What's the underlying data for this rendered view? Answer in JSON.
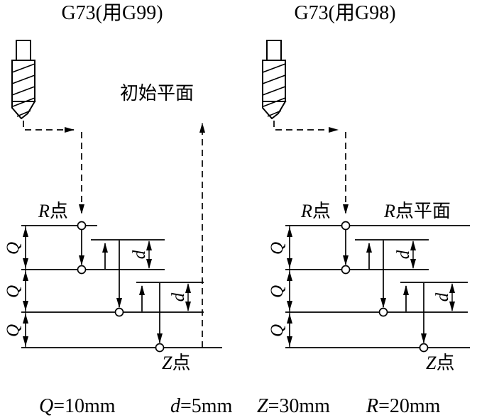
{
  "titles": {
    "left": "G73(用G99)",
    "right": "G73(用G98)"
  },
  "labels": {
    "initial_plane": "初始平面",
    "r_point": {
      "letter": "R",
      "suffix": "点"
    },
    "r_plane": {
      "letter": "R",
      "suffix": "点平面"
    },
    "z_point": {
      "letter": "Z",
      "suffix": "点"
    },
    "q": "Q",
    "d": "d"
  },
  "formulas": [
    {
      "var": "Q",
      "rest": "=10mm"
    },
    {
      "var": "d",
      "rest": "=5mm"
    },
    {
      "var": "Z",
      "rest": "=30mm"
    },
    {
      "var": "R",
      "rest": "=20mm"
    }
  ],
  "parameters": {
    "Q_mm": 10,
    "d_mm": 5,
    "Z_mm": 30,
    "R_mm": 20
  },
  "colors": {
    "line": "#000000",
    "background": "#ffffff"
  }
}
